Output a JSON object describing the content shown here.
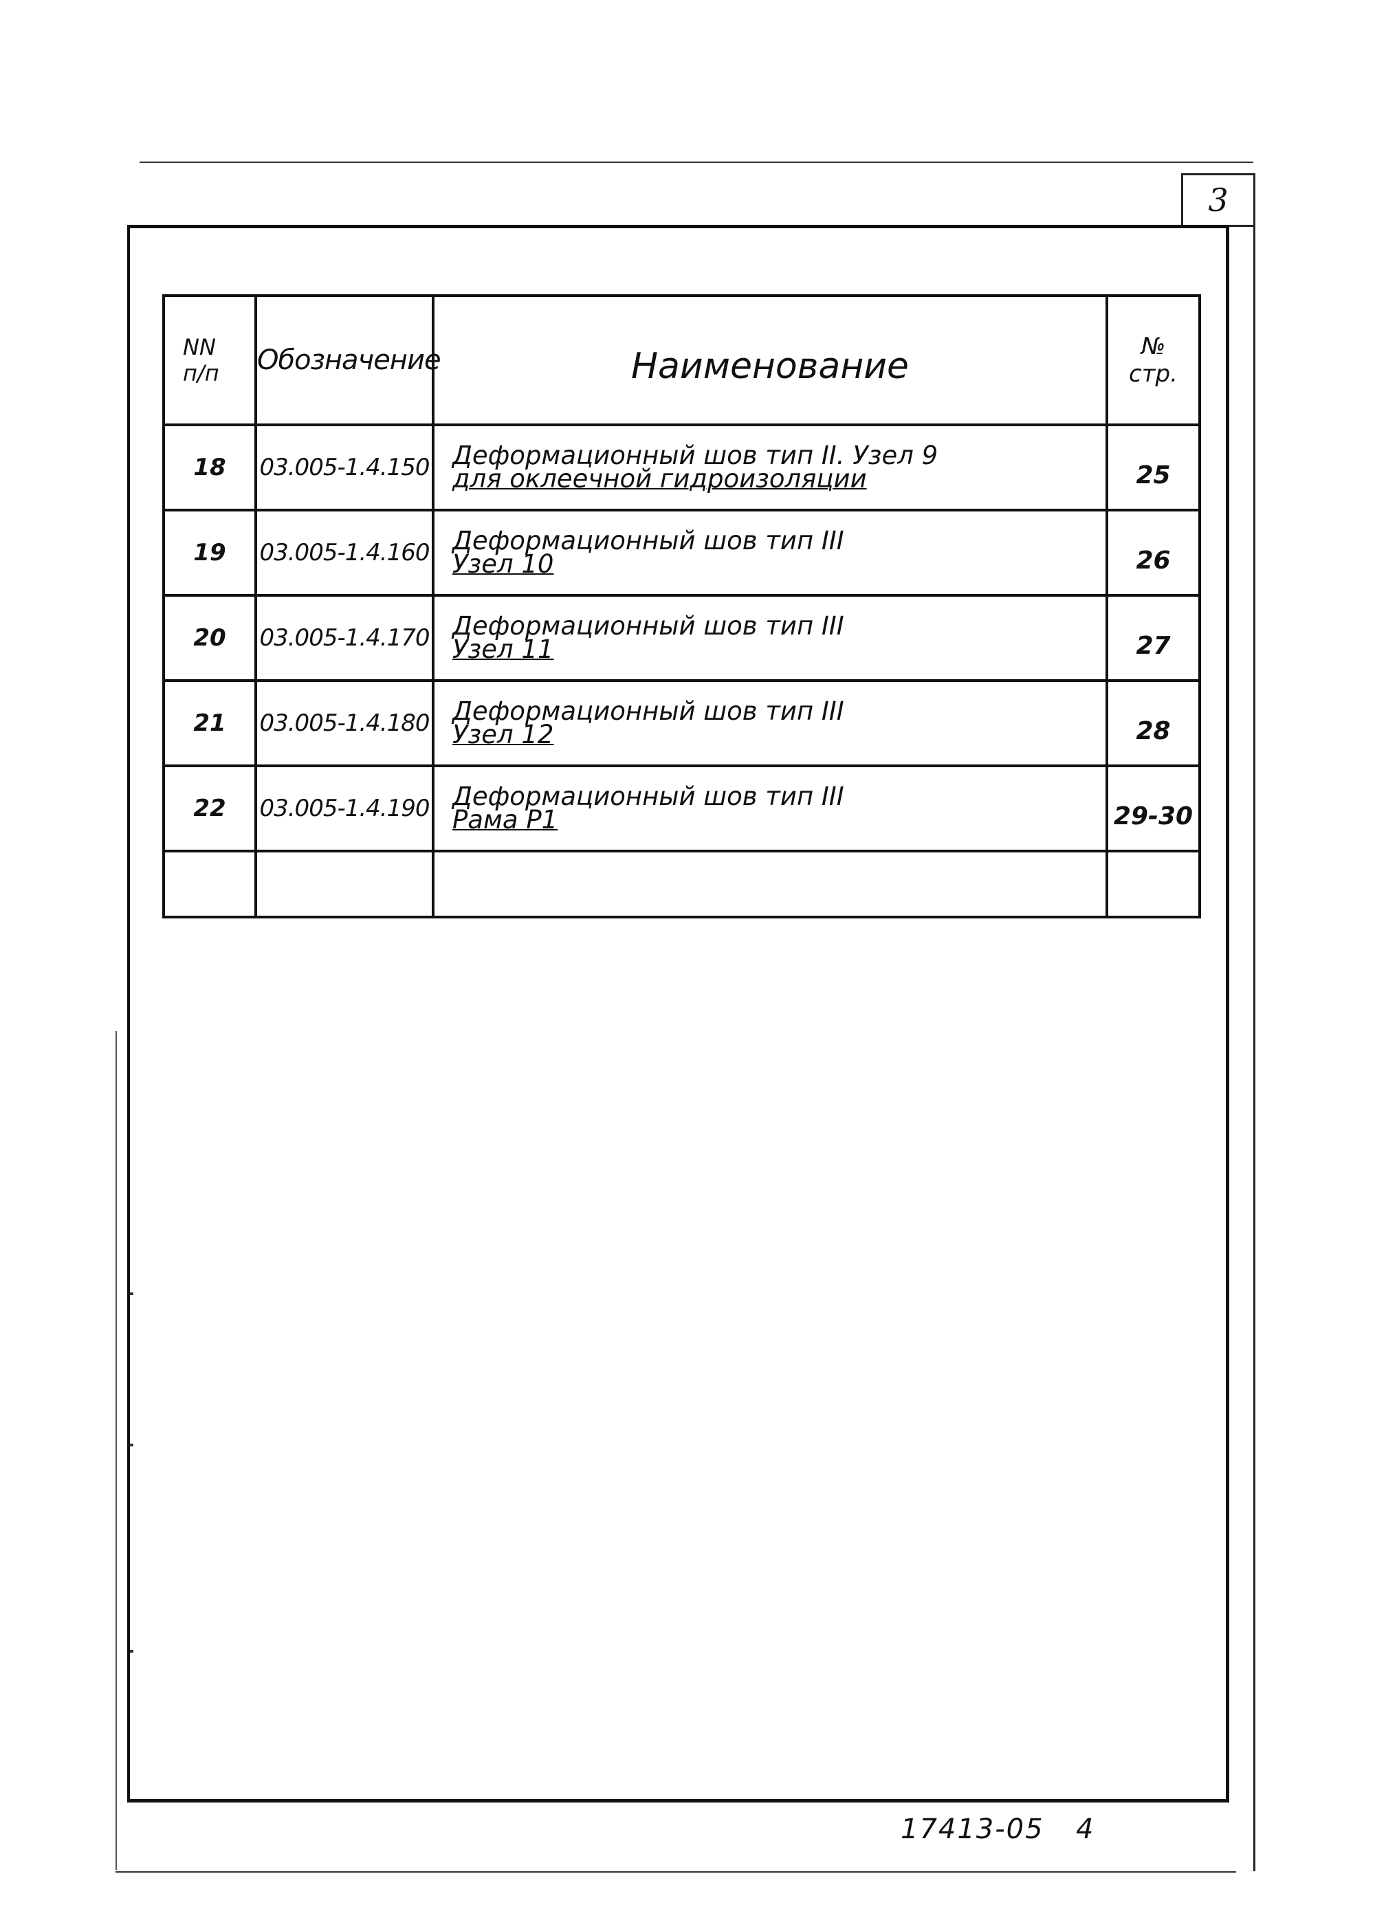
{
  "page_number": "3",
  "table": {
    "headers": {
      "num": [
        "NN",
        "п/п"
      ],
      "code": "Обозначение",
      "name": "Наименование",
      "page": [
        "№",
        "стр."
      ]
    },
    "rows": [
      {
        "num": "18",
        "code": "03.005-1.4.150",
        "name_line1": "Деформационный шов тип II. Узел 9",
        "name_line2": "для оклеечной гидроизоляции",
        "page": "25"
      },
      {
        "num": "19",
        "code": "03.005-1.4.160",
        "name_line1": "Деформационный шов тип III",
        "name_line2": "Узел 10",
        "page": "26"
      },
      {
        "num": "20",
        "code": "03.005-1.4.170",
        "name_line1": "Деформационный шов тип III",
        "name_line2": "Узел 11",
        "page": "27"
      },
      {
        "num": "21",
        "code": "03.005-1.4.180",
        "name_line1": "Деформационный шов тип III",
        "name_line2": "Узел 12",
        "page": "28"
      },
      {
        "num": "22",
        "code": "03.005-1.4.190",
        "name_line1": "Деформационный шов тип III",
        "name_line2": "Рама Р1",
        "page": "29-30"
      }
    ]
  },
  "footer": {
    "doc_code": "17413-05",
    "sheet": "4"
  }
}
